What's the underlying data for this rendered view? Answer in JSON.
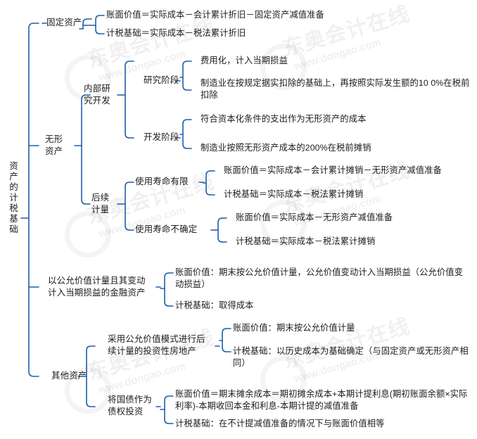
{
  "diagram": {
    "type": "bracket-mindmap",
    "title": "资产的计税基础",
    "accent_color": "#1f5fa8",
    "text_color": "#1c1c1c",
    "background_color": "#ffffff"
  },
  "watermark": {
    "cn": "东奥会计在线",
    "en": "www.dongao.com"
  },
  "root": {
    "label": "资产的计税基础"
  },
  "branches": [
    {
      "id": "fixed-assets",
      "label": "固定资产",
      "leaves": [
        "账面价值＝实际成本－会计累计折旧－固定资产减值准备",
        "计税基础＝实际成本－税法累计折旧"
      ]
    },
    {
      "id": "intangible-assets",
      "label": "无形\n资产",
      "subbranches": [
        {
          "id": "internal-rnd",
          "label": "内部研\n究开发",
          "children": [
            {
              "id": "research-phase",
              "label": "研究阶段",
              "leaves": [
                "费用化，计入当期损益",
                "制造业在按规定据实扣除的基础上，再按照实际发生额的10 0%在税前扣除"
              ]
            },
            {
              "id": "development-phase",
              "label": "开发阶段",
              "leaves": [
                "符合资本化条件的支出作为无形资产的成本",
                "制造业按照无形资产成本的200%在税前摊销"
              ]
            }
          ]
        },
        {
          "id": "subsequent-measurement",
          "label": "后续\n计量",
          "children": [
            {
              "id": "finite-life",
              "label": "使用寿命有限",
              "leaves": [
                "账面价值＝实际成本－会计累计摊销－无形资产减值准备",
                "计税基础＝实际成本－税法累计摊销"
              ]
            },
            {
              "id": "indefinite-life",
              "label": "使用寿命不确定",
              "leaves": [
                "账面价值＝实际成本－无形资产减值准备",
                "计税基础＝实际成本－税法累计摊销"
              ]
            }
          ]
        }
      ]
    },
    {
      "id": "fvtpl-financial-assets",
      "label": "以公允价值计量且其变动\n计入当期损益的金融资产",
      "leaves": [
        "账面价值：期末按公允价值计量，公允价值变动计入当期损益（公允价值变动损益）",
        "计税基础：取得成本"
      ]
    },
    {
      "id": "other-assets",
      "label": "其他资产",
      "children": [
        {
          "id": "investment-property-fv",
          "label": "采用公允价值模式进行后\n续计量的投资性房地产",
          "leaves": [
            "账面价值：期末按公允价值计量",
            "计税基础：以历史成本为基础确定（与固定资产或无形资产相同）"
          ]
        },
        {
          "id": "treasury-bond-investment",
          "label": "将国债作为\n债权投资",
          "leaves": [
            "账面价值＝期末摊余成本＝期初摊余成本+本期计提利息(期初账面余额×实际利率)-本期收回本金和利息-本期计提的减值准备",
            "计税基础：在不计提减值准备的情况下与账面价值相等"
          ]
        }
      ]
    }
  ]
}
